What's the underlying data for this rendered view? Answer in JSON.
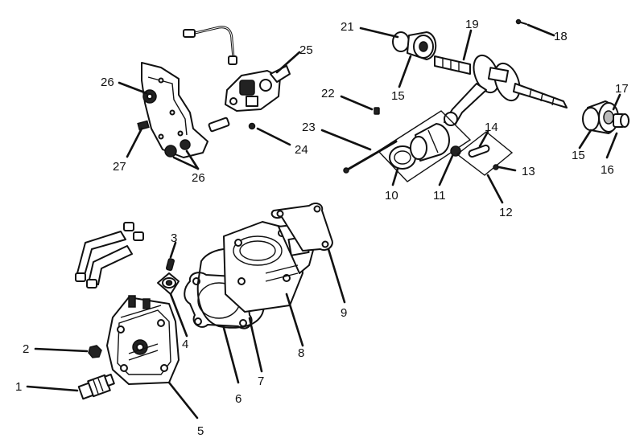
{
  "callouts": [
    {
      "id": "c1",
      "label": "1"
    },
    {
      "id": "c2",
      "label": "2"
    },
    {
      "id": "c3",
      "label": "3"
    },
    {
      "id": "c4",
      "label": "4"
    },
    {
      "id": "c5",
      "label": "5"
    },
    {
      "id": "c6",
      "label": "6"
    },
    {
      "id": "c7",
      "label": "7"
    },
    {
      "id": "c8",
      "label": "8"
    },
    {
      "id": "c9",
      "label": "9"
    },
    {
      "id": "c10",
      "label": "10"
    },
    {
      "id": "c11",
      "label": "11"
    },
    {
      "id": "c12",
      "label": "12"
    },
    {
      "id": "c13",
      "label": "13"
    },
    {
      "id": "c14",
      "label": "14"
    },
    {
      "id": "c15a",
      "label": "15"
    },
    {
      "id": "c15b",
      "label": "15"
    },
    {
      "id": "c16",
      "label": "16"
    },
    {
      "id": "c17",
      "label": "17"
    },
    {
      "id": "c18",
      "label": "18"
    },
    {
      "id": "c19",
      "label": "19"
    },
    {
      "id": "c21",
      "label": "21"
    },
    {
      "id": "c22",
      "label": "22"
    },
    {
      "id": "c23",
      "label": "23"
    },
    {
      "id": "c24",
      "label": "24"
    },
    {
      "id": "c25",
      "label": "25"
    },
    {
      "id": "c26a",
      "label": "26"
    },
    {
      "id": "c26b",
      "label": "26"
    },
    {
      "id": "c27",
      "label": "27"
    }
  ]
}
